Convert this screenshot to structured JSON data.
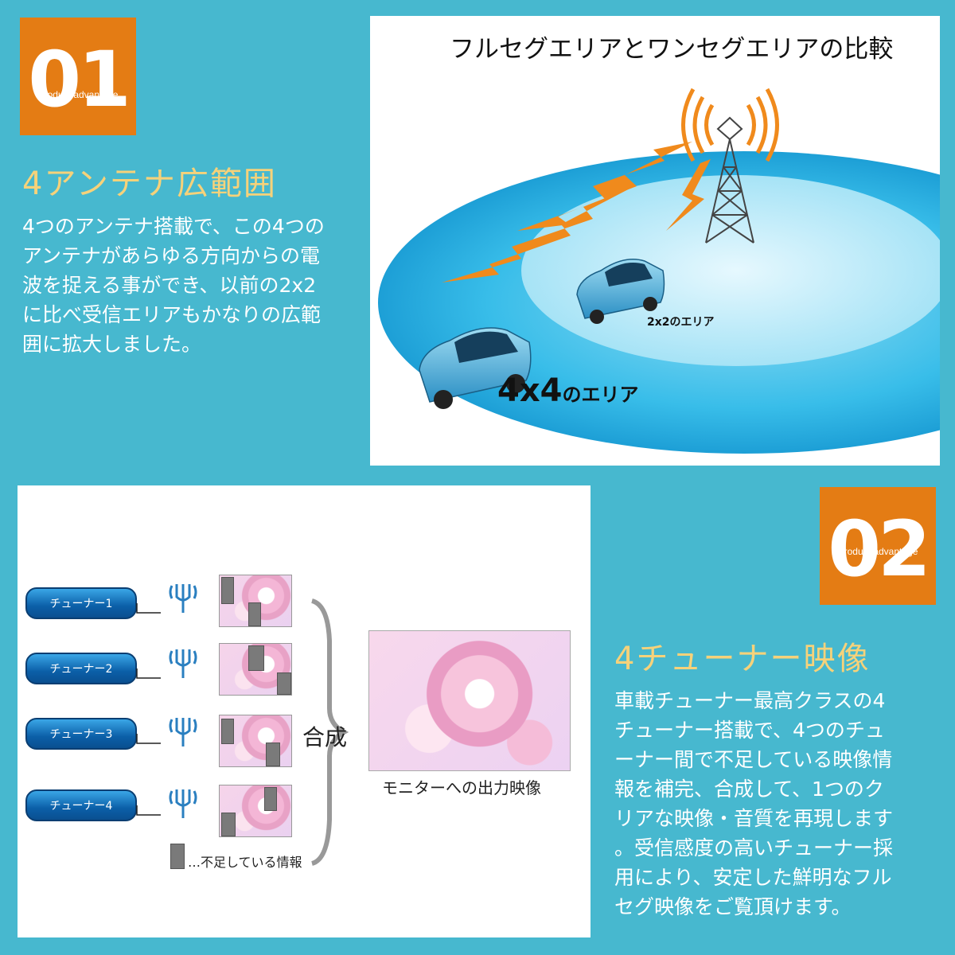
{
  "section1": {
    "number": "01",
    "badge_sub": "Product advantage",
    "heading": "4アンテナ広範囲",
    "paragraph_lines": [
      "4つのアンテナ搭載で、この4つの",
      "アンテナがあらゆる方向からの電",
      "波を捉える事ができ、以前の2x2",
      "に比べ受信エリアもかなりの広範",
      "囲に拡大しました。"
    ],
    "diagram": {
      "title": "フルセグエリアとワンセグエリアの比較",
      "inner_label": "2x2のエリア",
      "outer_label_big": "4x4",
      "outer_label_suffix": "のエリア"
    }
  },
  "section2": {
    "number": "02",
    "badge_sub": "Product advantage",
    "heading": "4チューナー映像",
    "paragraph_lines": [
      "車載チューナー最高クラスの4",
      "チューナー搭載で、4つのチュ",
      "ーナー間で不足している映像情",
      "報を補完、合成して、1つのク",
      "リアな映像・音質を再現します",
      "。受信感度の高いチューナー採",
      "用により、安定した鮮明なフル",
      "セグ映像をご覧頂けます。"
    ],
    "diagram": {
      "tuners": [
        "チューナー1",
        "チューナー2",
        "チューナー3",
        "チューナー4"
      ],
      "combine_label": "合成",
      "monitor_label": "モニターへの出力映像",
      "legend_label": "…不足している情報"
    }
  },
  "colors": {
    "background": "#47b8cf",
    "badge": "#e47c14",
    "heading": "#f6d27a",
    "bolt": "#f08a1c",
    "tuner": "#0b5fa8"
  }
}
